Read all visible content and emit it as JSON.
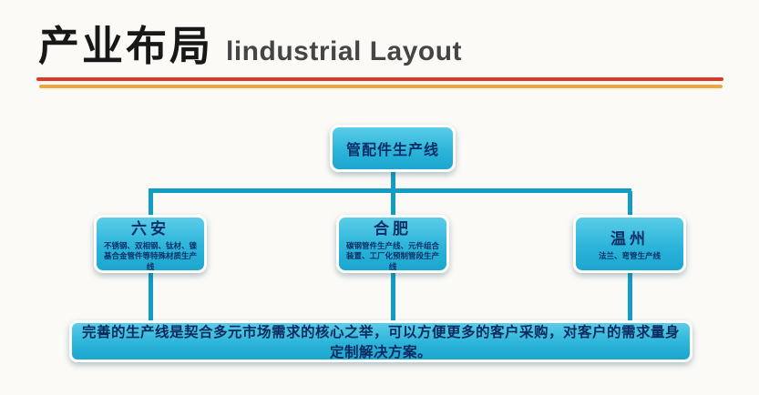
{
  "header": {
    "title_cn": "产业布局",
    "title_en": "lindustrial Layout"
  },
  "diagram": {
    "root": {
      "label": "管配件生产线"
    },
    "children": [
      {
        "label": "六安",
        "desc": "不锈钢、双相钢、钛材、镍基合金管件等特殊材质生产线"
      },
      {
        "label": "合肥",
        "desc": "碳钢管件生产线、元件组合装置、工厂化预制管段生产线"
      },
      {
        "label": "温州",
        "desc": "法兰、弯管生产线"
      }
    ],
    "footer": "完善的生产线是契合多元市场需求的核心之举，可以方便更多的客户采购，对客户的需求量身定制解决方案。"
  },
  "colors": {
    "box_fill": "#2cb4da",
    "box_border": "#ffffff",
    "connector": "#129dc4",
    "node_text": "#0b2f66",
    "rule_red": "#d93b26",
    "rule_orange": "#efa837",
    "title_cn": "#181818",
    "title_en": "#454545"
  }
}
